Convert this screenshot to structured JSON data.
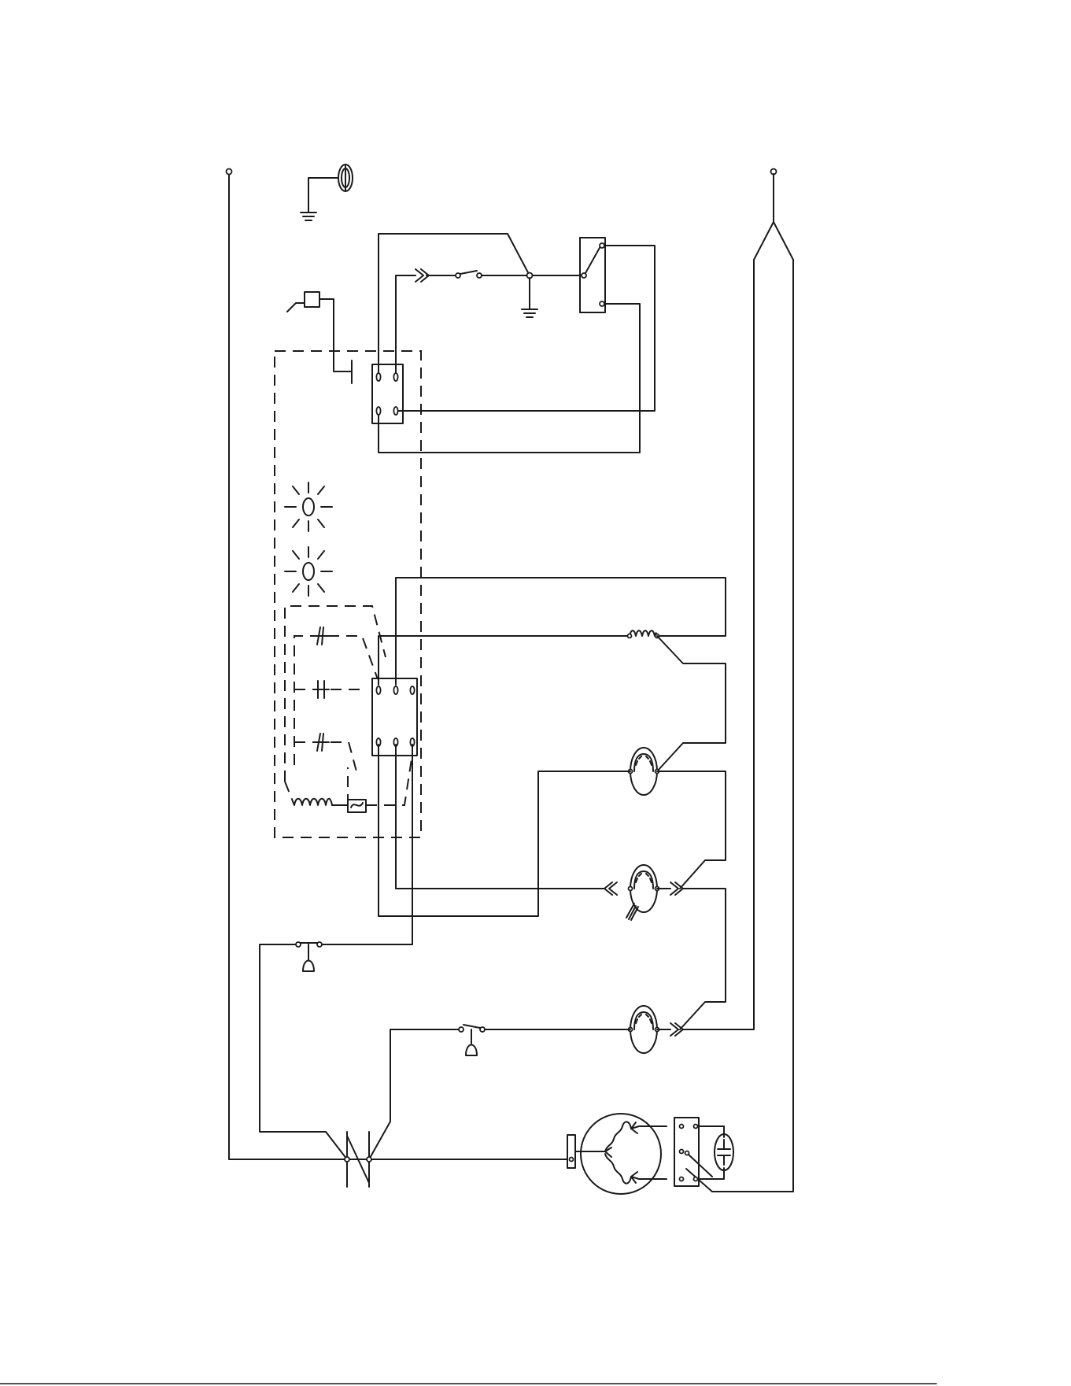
{
  "diagram": {
    "type": "wiring-schematic",
    "line_color": "#1a1a1a",
    "background": "#ffffff",
    "components": [
      "power-terminal-left",
      "power-terminal-right",
      "ground-symbol",
      "coil-ground-symbol",
      "connector-plug",
      "pushbutton-switch",
      "timer-relay",
      "changeover-switch",
      "control-box",
      "contact-block",
      "indicator-lamp",
      "solenoid-coil",
      "relay-assembly",
      "motor-fan",
      "motor-pump",
      "motor-agitator",
      "pressure-switch",
      "door-switch",
      "thermal-protector",
      "compressor-motor",
      "start-relay",
      "start-capacitor"
    ]
  }
}
